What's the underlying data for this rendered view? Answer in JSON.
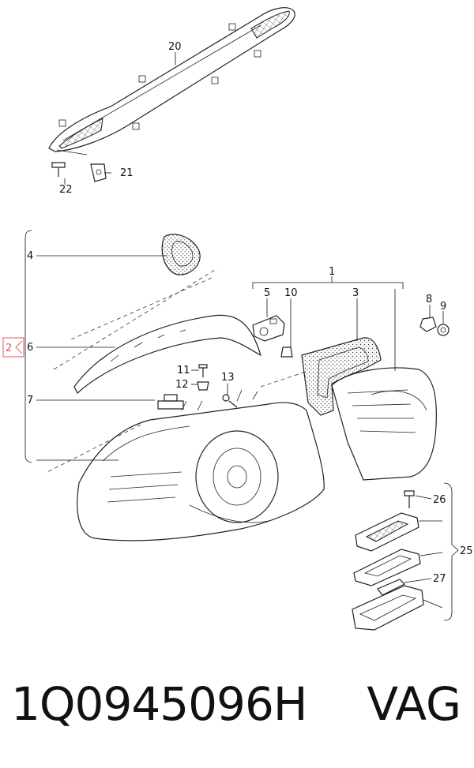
{
  "diagram": {
    "callouts": {
      "p1": "1",
      "p2": "2",
      "p3": "3",
      "p4": "4",
      "p5": "5",
      "p6": "6",
      "p7": "7",
      "p8": "8",
      "p9": "9",
      "p10": "10",
      "p11": "11",
      "p12": "12",
      "p13": "13",
      "p20": "20",
      "p21": "21",
      "p22": "22",
      "p25": "25",
      "p26": "26",
      "p27": "27"
    },
    "highlight_color": "#e05a5a"
  },
  "footer": {
    "part_number": "1Q0945096H",
    "brand": "VAG"
  }
}
